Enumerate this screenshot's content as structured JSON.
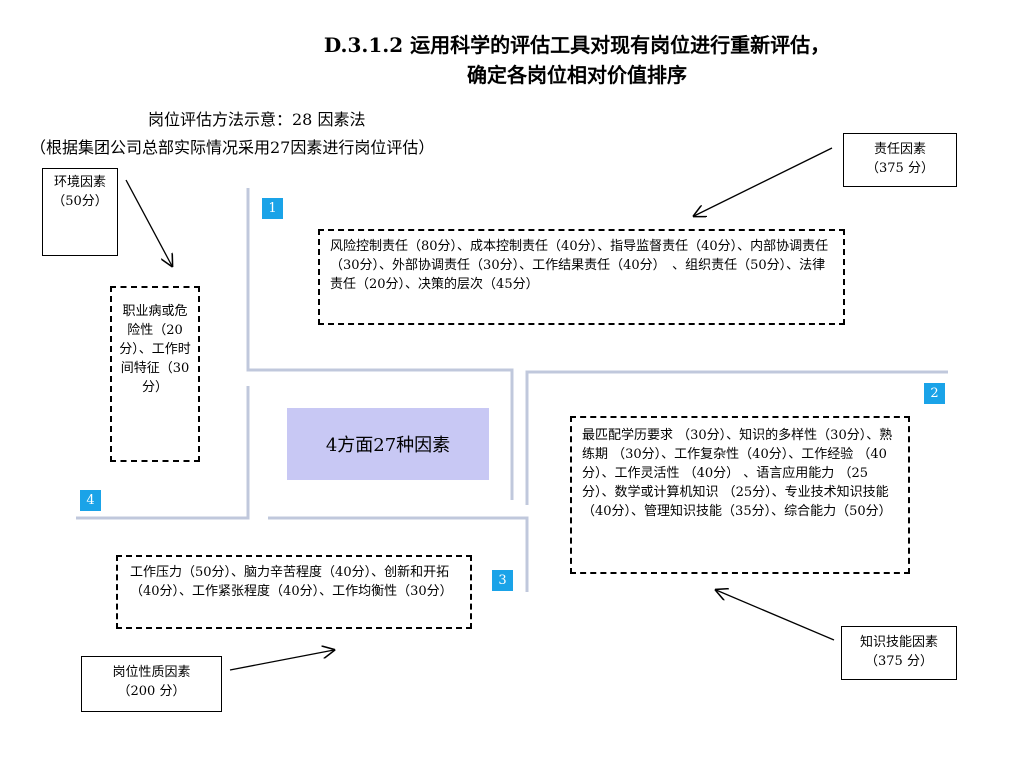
{
  "title": {
    "line1": "D.3.1.2 运用科学的评估工具对现有岗位进行重新评估，",
    "line2": "确定各岗位相对价值排序"
  },
  "subtitle": {
    "line1": "岗位评估方法示意：28 因素法",
    "line2": "（根据集团公司总部实际情况采用27因素进行岗位评估）"
  },
  "center_label": "4方面27种因素",
  "quadrant_numbers": [
    "1",
    "2",
    "3",
    "4"
  ],
  "factors": {
    "responsibility": {
      "label": "责任因素",
      "points": "（375 分）",
      "detail": "风险控制责任（80分）、成本控制责任（40分）、指导监督责任（40分）、内部协调责任（30分）、外部协调责任（30分）、工作结果责任（40分）　、组织责任（50分）、法律责任（20分）、决策的层次（45分）"
    },
    "knowledge_skill": {
      "label": "知识技能因素",
      "points": "（375 分）",
      "detail": "最匹配学历要求 （30分）、知识的多样性（30分）、熟练期 （30分）、工作复杂性（40分）、工作经验 （40分）、工作灵活性 （40分） 、语言应用能力 （25分）、数学或计算机知识 （25分）、专业技术知识技能 （40分）、管理知识技能（35分）、综合能力（50分）"
    },
    "job_nature": {
      "label": "岗位性质因素",
      "points": "（200 分）",
      "detail": "工作压力（50分）、脑力辛苦程度（40分）、创新和开拓（40分）、工作紧张程度（40分）、工作均衡性（30分）"
    },
    "environment": {
      "label": "环境因素（50分）",
      "detail": "职业病或危险性（20分）、工作时间特征（30分）"
    }
  },
  "colors": {
    "center_fill": "#c8c8f4",
    "number_badge": "#1aa3e8",
    "divider": "#c0c8dc"
  }
}
